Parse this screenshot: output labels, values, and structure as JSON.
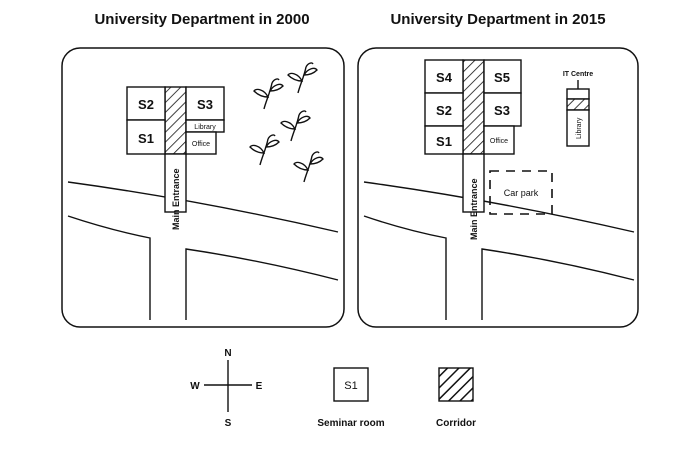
{
  "left_map": {
    "title": "University Department in 2000",
    "rooms": [
      "S2",
      "S3",
      "S1"
    ],
    "library": "Library",
    "office": "Office",
    "entrance": "Main Entrance"
  },
  "right_map": {
    "title": "University Department in 2015",
    "rooms": [
      "S4",
      "S5",
      "S2",
      "S3",
      "S1"
    ],
    "office": "Office",
    "entrance": "Main Entrance",
    "it_centre": "IT Centre",
    "library": "Library",
    "car_park": "Car park"
  },
  "compass": {
    "n": "N",
    "s": "S",
    "e": "E",
    "w": "W"
  },
  "legend": {
    "sample_label": "S1",
    "seminar_room": "Seminar room",
    "corridor": "Corridor"
  }
}
